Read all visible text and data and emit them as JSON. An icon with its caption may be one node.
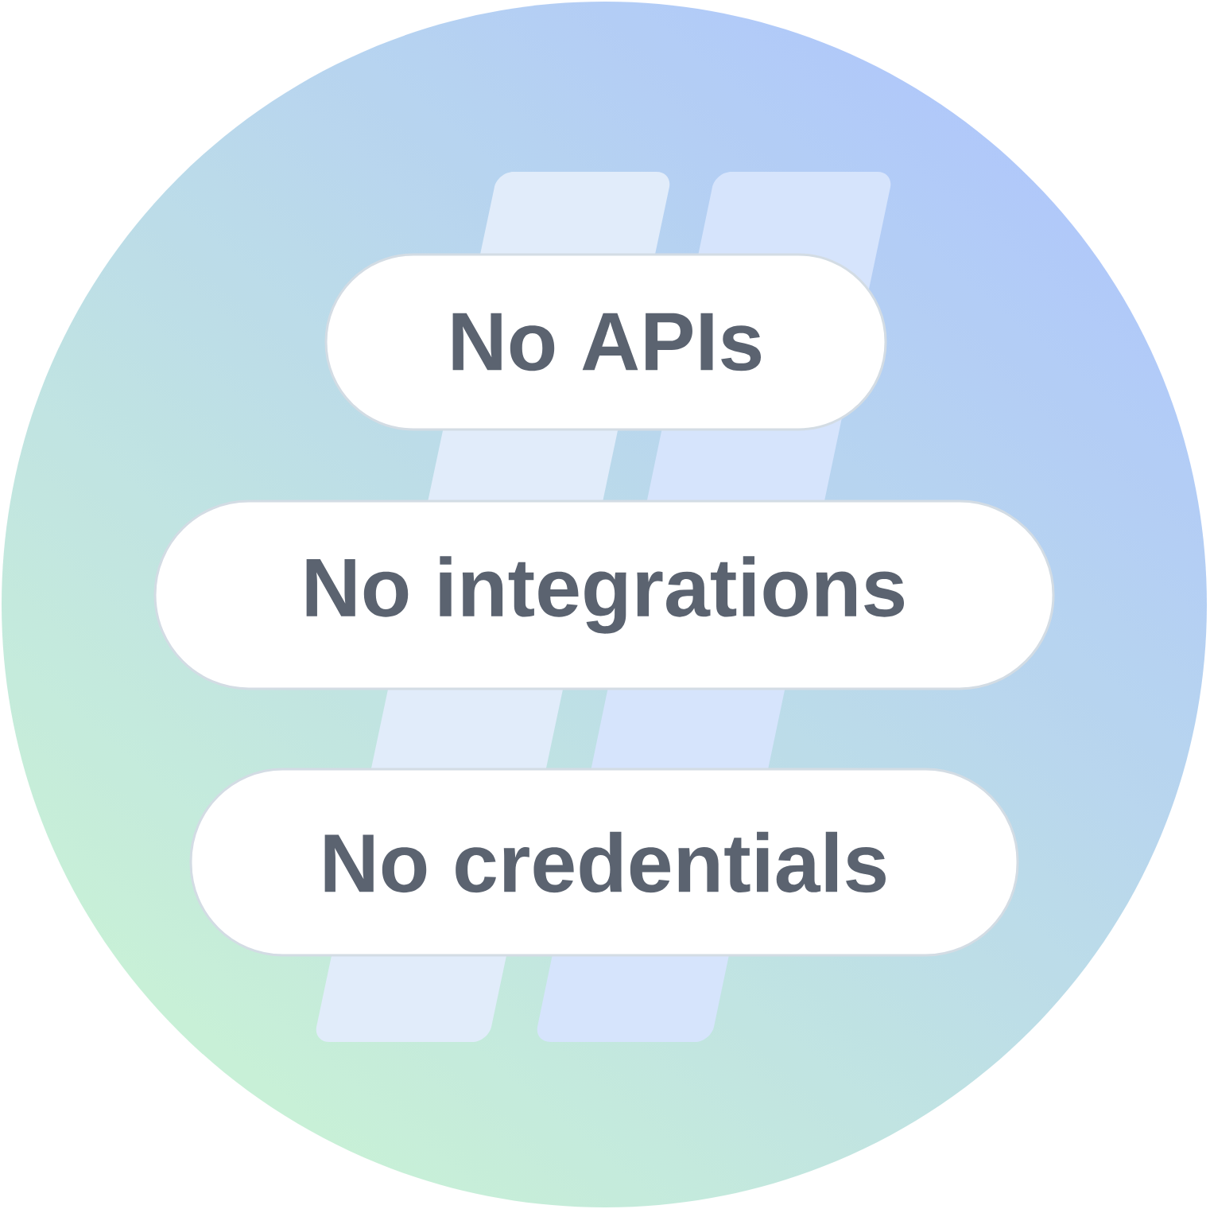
{
  "diagram": {
    "nodes": [
      {
        "text": [
          "No APIs"
        ]
      },
      {
        "text": [
          "No integrations"
        ]
      },
      {
        "text": [
          "No credentials"
        ]
      }
    ]
  }
}
